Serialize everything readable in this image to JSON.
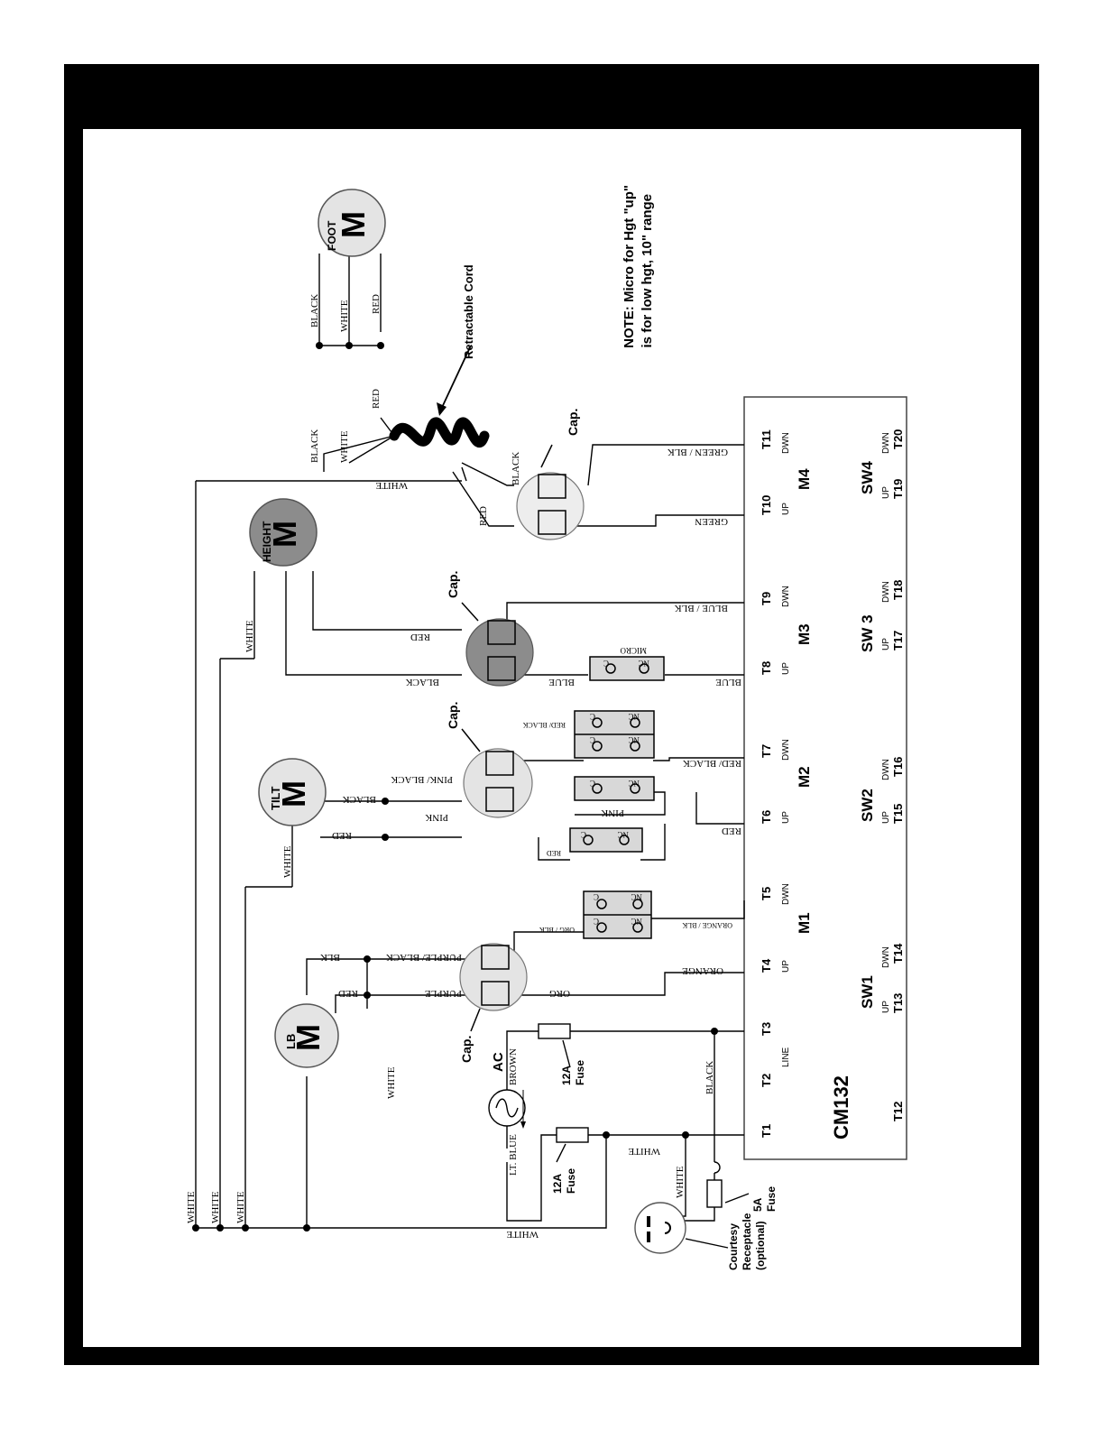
{
  "colors": {
    "frame": "#000000",
    "paper": "#ffffff",
    "motor_light": "#e4e4e4",
    "motor_dark": "#8c8c8c",
    "ink": "#000000"
  },
  "note": {
    "line1": "NOTE: Micro for Hgt \"up\"",
    "line2": "is for low hgt, 10\" range"
  },
  "controller": {
    "name": "CM132",
    "line_label": "LINE"
  },
  "terminals": {
    "T1": "T1",
    "T2": "T2",
    "T3": "T3",
    "T4": "T4",
    "T5": "T5",
    "T6": "T6",
    "T7": "T7",
    "T8": "T8",
    "T9": "T9",
    "T10": "T10",
    "T11": "T11",
    "T12": "T12",
    "T13": "T13",
    "T14": "T14",
    "T15": "T15",
    "T16": "T16",
    "T17": "T17",
    "T18": "T18",
    "T19": "T19",
    "T20": "T20"
  },
  "channels": {
    "M1": "M1",
    "M2": "M2",
    "M3": "M3",
    "M4": "M4"
  },
  "switches": {
    "SW1": "SW1",
    "SW2": "SW2",
    "SW3": "SW 3",
    "SW4": "SW4",
    "up": "UP",
    "dwn": "DWN"
  },
  "motors": {
    "lb": {
      "label": "LB",
      "symbol": "M"
    },
    "tilt": {
      "label": "TILT",
      "symbol": "M"
    },
    "height": {
      "label": "HEIGHT",
      "symbol": "M"
    },
    "foot": {
      "label": "FOOT",
      "symbol": "M"
    }
  },
  "cap_label": "Cap.",
  "micro_label": "MICRO",
  "contacts": {
    "c": "C",
    "nc": "NC"
  },
  "wire_labels": {
    "white": "WHITE",
    "black": "BLACK",
    "red": "RED",
    "blk": "BLK",
    "purple": "PURPLE",
    "purple_black": "PURPLE/ BLACK",
    "org": "ORG",
    "orange": "ORANGE",
    "org_blk": "ORG / BLK",
    "orange_blk": "ORANGE / BLK",
    "pink": "PINK",
    "pink_black": "PINK/ BLACK",
    "red_black": "RED/ BLACK",
    "red_black_small": "RED/ BLACK",
    "blue": "BLUE",
    "blue_blk": "BLUE / BLK",
    "green": "GREEN",
    "green_blk": "GREEN / BLK",
    "brown": "BROWN",
    "lt_blue": "LT. BLUE"
  },
  "retractable_cord": "Retractable Cord",
  "ac_label": "AC",
  "fuses": {
    "f12a": "12A",
    "f5a": "5A",
    "fuse": "Fuse"
  },
  "receptacle": {
    "line1": "Courtesy",
    "line2": "Receptacle",
    "line3": "(optional)"
  }
}
